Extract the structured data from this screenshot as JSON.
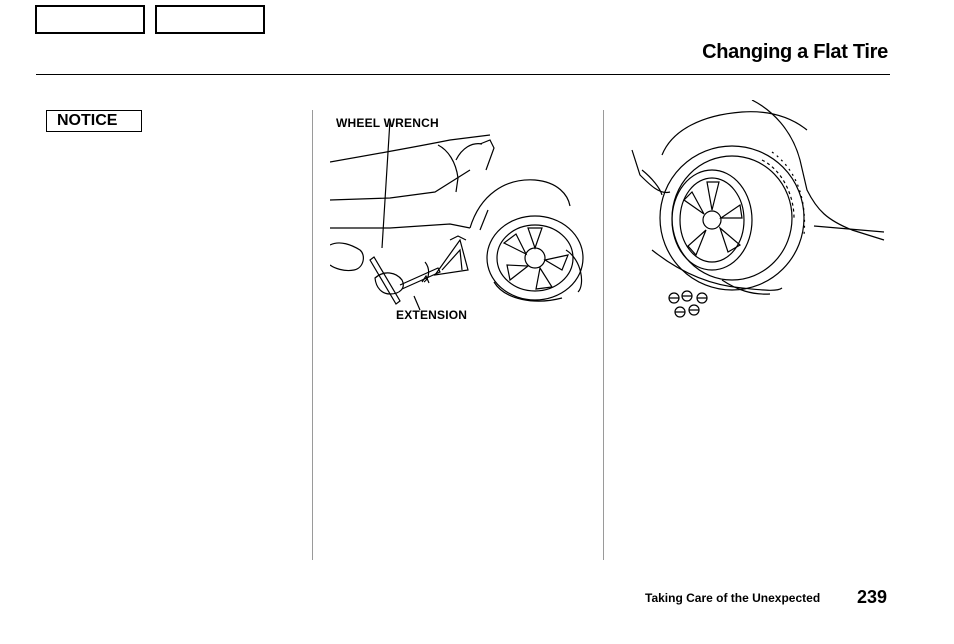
{
  "nav": {
    "buttons": [
      "",
      ""
    ]
  },
  "header": {
    "title": "Changing a Flat Tire"
  },
  "notice": {
    "label": "NOTICE"
  },
  "illustration_left": {
    "labels": {
      "wheel_wrench": "WHEEL WRENCH",
      "extension": "EXTENSION"
    }
  },
  "footer": {
    "section": "Taking Care of the Unexpected",
    "page_number": "239"
  }
}
